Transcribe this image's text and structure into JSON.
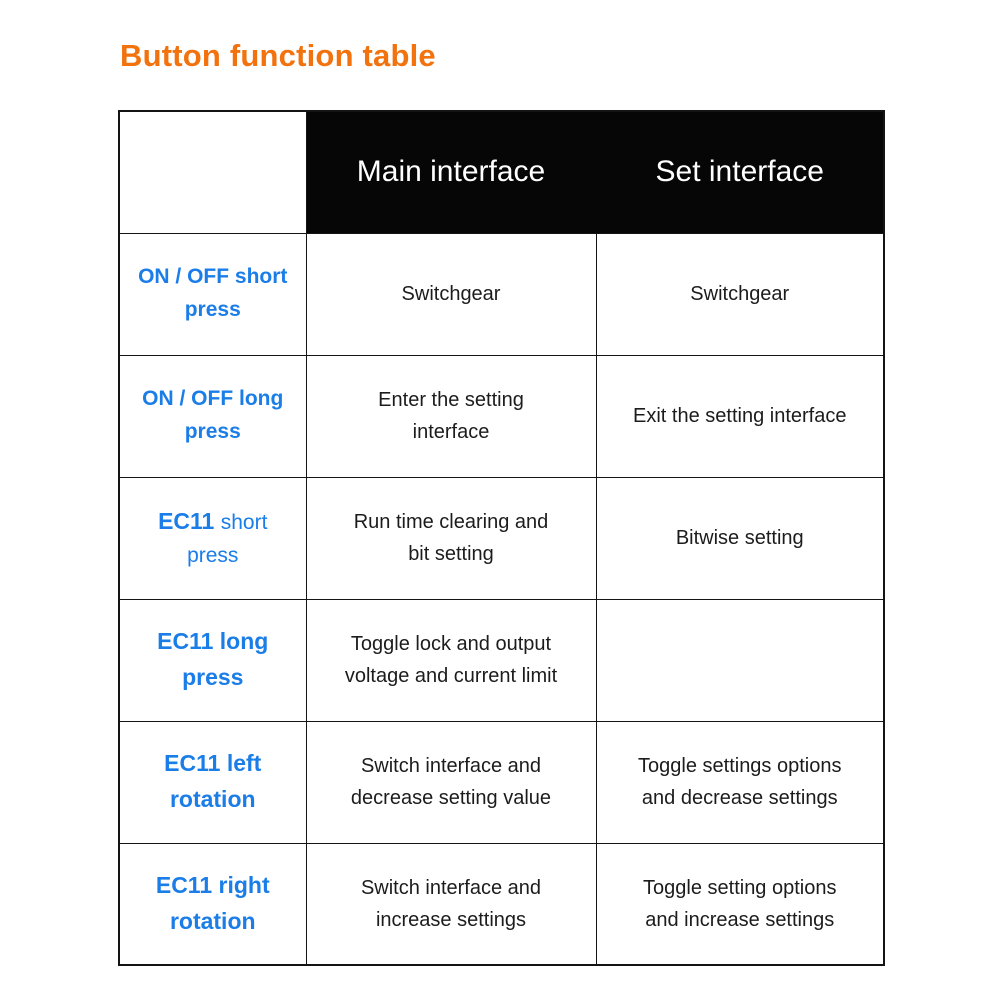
{
  "title": {
    "text": "Button function table"
  },
  "colors": {
    "title": "#F2720E",
    "row_label_blue": "#1A7DE8",
    "header_bg": "#060606",
    "header_text": "#FFFFFF",
    "body_text": "#1C1C1C",
    "border": "#141414"
  },
  "table": {
    "header": {
      "corner": "",
      "columns": [
        "Main interface",
        "Set interface"
      ]
    },
    "rows": [
      {
        "label": [
          {
            "text": "ON / OFF short\npress",
            "style": "medium"
          }
        ],
        "main": "Switchgear",
        "set": "Switchgear"
      },
      {
        "label": [
          {
            "text": "ON / OFF long\npress",
            "style": "medium"
          }
        ],
        "main": "Enter the setting\ninterface",
        "set": "Exit the setting interface"
      },
      {
        "label": [
          {
            "text": "EC11 ",
            "style": "bold"
          },
          {
            "text": "short\npress",
            "style": "regular"
          }
        ],
        "main": "Run time clearing and\nbit setting",
        "set": "Bitwise setting"
      },
      {
        "label": [
          {
            "text": "EC11 long\npress",
            "style": "bold"
          }
        ],
        "main": "Toggle lock and output\nvoltage and current limit",
        "set": ""
      },
      {
        "label": [
          {
            "text": "EC11 left\nrotation",
            "style": "bold"
          }
        ],
        "main": "Switch interface and\ndecrease setting value",
        "set": "Toggle settings options\nand decrease settings"
      },
      {
        "label": [
          {
            "text": "EC11 right\nrotation",
            "style": "bold"
          }
        ],
        "main": "Switch interface and\nincrease settings",
        "set": "Toggle setting options\nand increase settings"
      }
    ]
  }
}
